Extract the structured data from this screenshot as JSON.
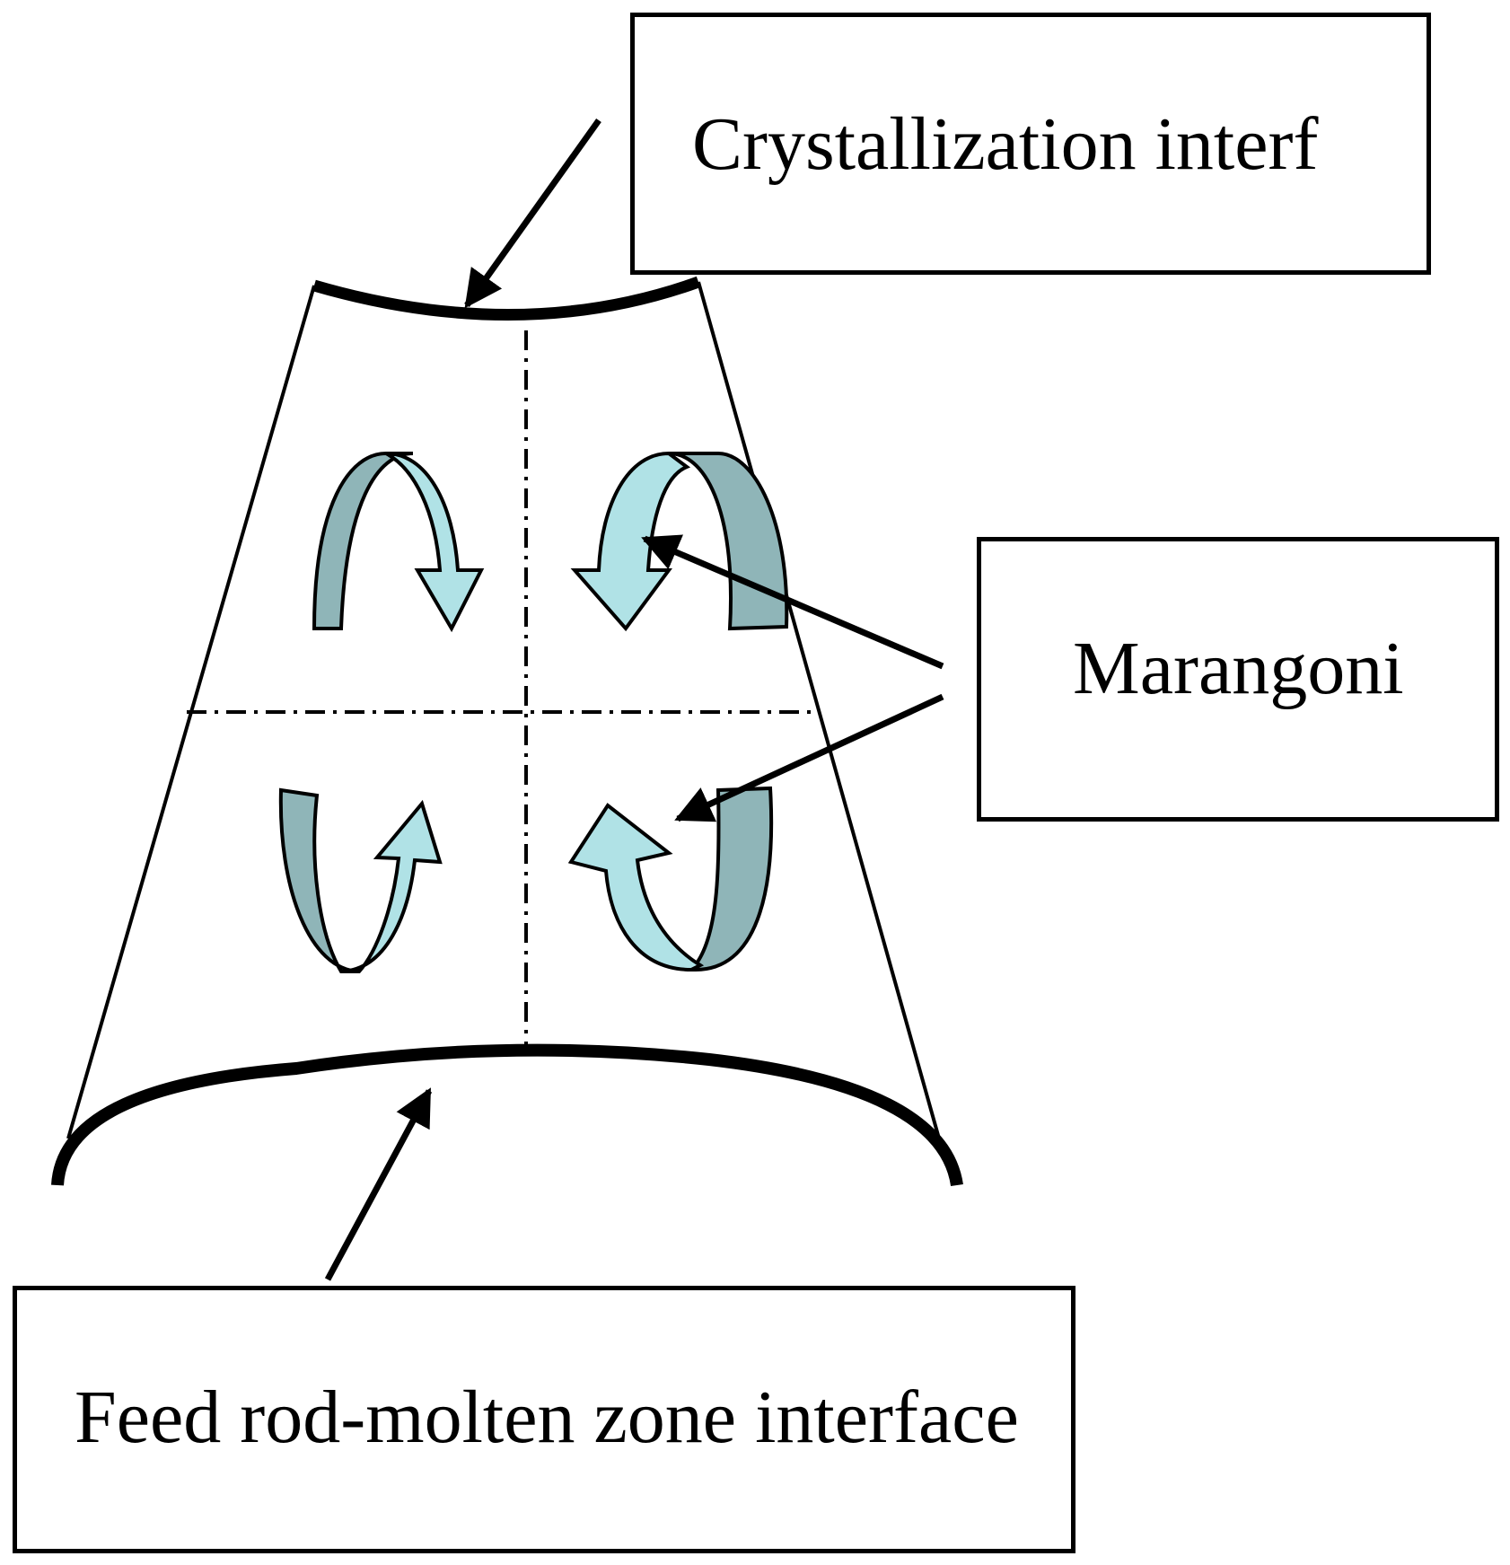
{
  "labels": {
    "crystallization": "Crystallization interf",
    "marangoni": "Marangoni",
    "feed_interface": "Feed rod-molten zone interface"
  },
  "colors": {
    "outline": "#000000",
    "arrow_light": "#b0e2e6",
    "arrow_dark": "#8fb5b8",
    "background": "#ffffff"
  },
  "flows": [
    {
      "quadrant": "upper-left",
      "direction": "down",
      "icon": "curved-arrow-icon"
    },
    {
      "quadrant": "upper-right",
      "direction": "down",
      "icon": "curved-arrow-icon"
    },
    {
      "quadrant": "lower-left",
      "direction": "up",
      "icon": "curved-arrow-icon"
    },
    {
      "quadrant": "lower-right",
      "direction": "up",
      "icon": "curved-arrow-icon"
    }
  ]
}
